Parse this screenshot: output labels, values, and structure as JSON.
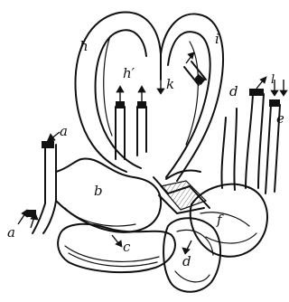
{
  "labels": {
    "h": "h",
    "i": "i",
    "h_prime": "h′",
    "k": "k",
    "a_top": "a",
    "a_bottom": "a",
    "b": "b",
    "c": "c",
    "d_top": "d",
    "d_bottom": "d",
    "e": "e",
    "f": "f",
    "l": "l"
  }
}
